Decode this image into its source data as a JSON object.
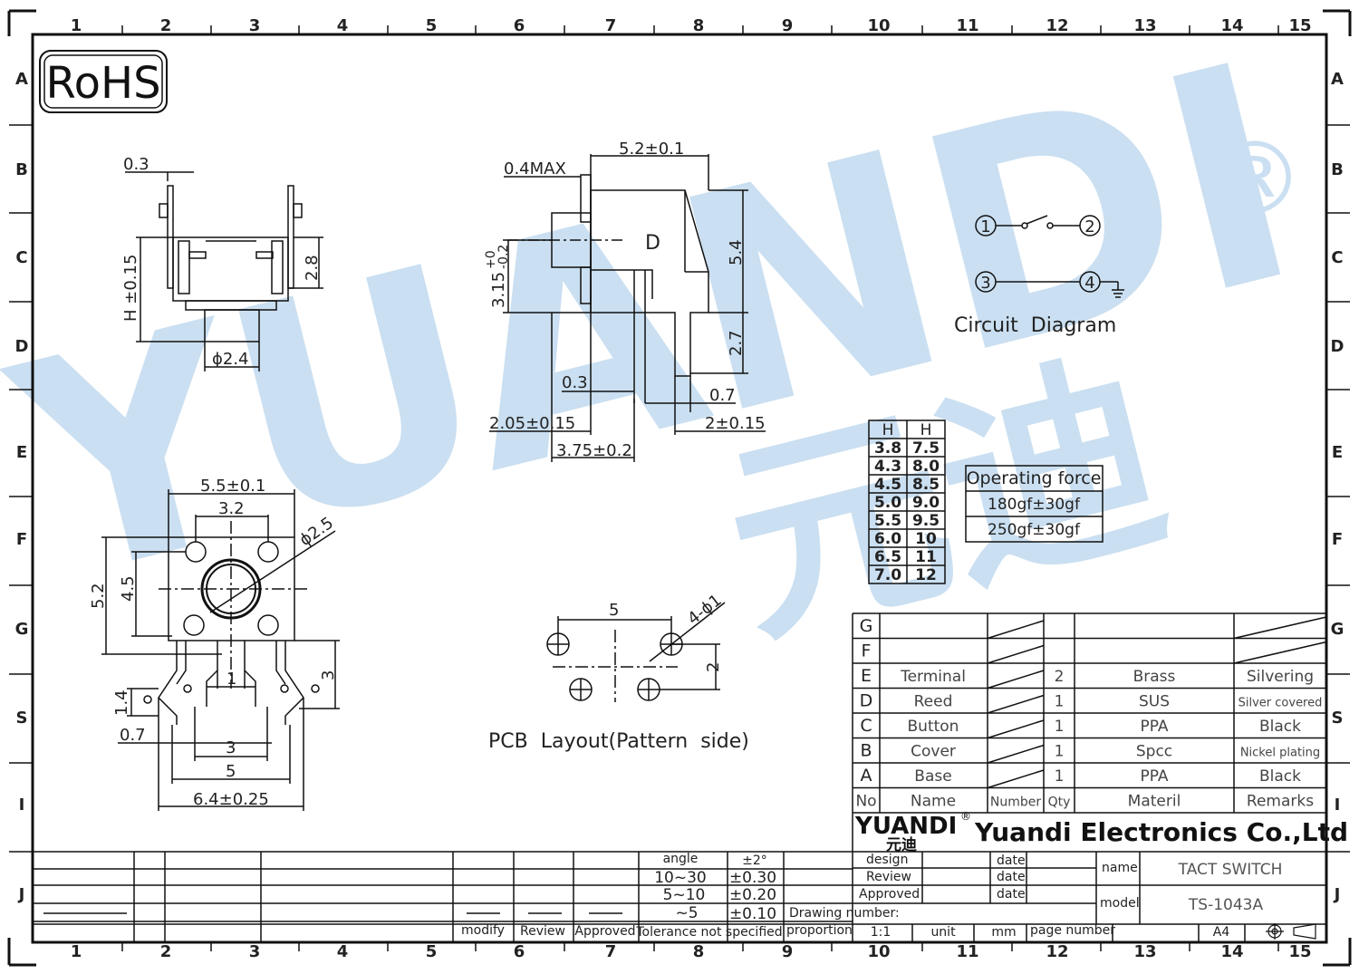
{
  "colors": {
    "line": "#111111",
    "watermark": "#9fc6e6",
    "watermark_green": "#c9e5b5",
    "paper": "#ffffff"
  },
  "border": {
    "columns": [
      "1",
      "2",
      "3",
      "4",
      "5",
      "6",
      "7",
      "8",
      "9",
      "10",
      "11",
      "12",
      "13",
      "14",
      "15"
    ],
    "rows_left": [
      "A",
      "B",
      "C",
      "D",
      "E",
      "F",
      "G",
      "S",
      "I",
      "J"
    ]
  },
  "rohs": {
    "label": "RoHS"
  },
  "watermark": {
    "brand": "YUANDI",
    "cn": "元迪",
    "reg": "®"
  },
  "dims_side": {
    "d1": "0.3",
    "d2": "H ±0.15",
    "d3": "2.8",
    "d4": "ϕ2.4"
  },
  "dims_front": {
    "d1": "5.2±0.1",
    "d2": "0.4MAX",
    "d3": "3.15",
    "d3a": "+0",
    "d3b": "-0.2",
    "d4": "5.4",
    "d5": "2.7",
    "d6": "0.3",
    "d7": "0.7",
    "d8": "2.05±0.15",
    "d9": "2±0.15",
    "d10": "3.75±0.2",
    "mark": "D"
  },
  "dims_top": {
    "d1": "5.5±0.1",
    "d2": "3.2",
    "d3": "ϕ2.5",
    "d4": "5.2",
    "d5": "4.5",
    "d6": "1",
    "d7": "3",
    "d8": "1.4",
    "d9": "0.7",
    "d10": "3",
    "d11": "5",
    "d12": "6.4±0.25"
  },
  "pcb": {
    "d1": "5",
    "d2": "4-ϕ1",
    "d3": "2",
    "caption": "PCB  Layout(Pattern  side)"
  },
  "circuit": {
    "caption": "Circuit  Diagram",
    "p1": "1",
    "p2": "2",
    "p3": "3",
    "p4": "4"
  },
  "h_table": {
    "headers": [
      "H",
      "H"
    ],
    "rows": [
      [
        "3.8",
        "7.5"
      ],
      [
        "4.3",
        "8.0"
      ],
      [
        "4.5",
        "8.5"
      ],
      [
        "5.0",
        "9.0"
      ],
      [
        "5.5",
        "9.5"
      ],
      [
        "6.0",
        "10"
      ],
      [
        "6.5",
        "11"
      ],
      [
        "7.0",
        "12"
      ]
    ]
  },
  "force_table": {
    "header": "Operating force",
    "rows": [
      "180gf±30gf",
      "250gf±30gf"
    ]
  },
  "bom": {
    "rows": [
      {
        "no": "G",
        "name": "",
        "qty": "",
        "mat": "",
        "rem": ""
      },
      {
        "no": "F",
        "name": "",
        "qty": "",
        "mat": "",
        "rem": ""
      },
      {
        "no": "E",
        "name": "Terminal",
        "qty": "2",
        "mat": "Brass",
        "rem": "Silvering"
      },
      {
        "no": "D",
        "name": "Reed",
        "qty": "1",
        "mat": "SUS",
        "rem": "Silver covered"
      },
      {
        "no": "C",
        "name": "Button",
        "qty": "1",
        "mat": "PPA",
        "rem": "Black"
      },
      {
        "no": "B",
        "name": "Cover",
        "qty": "1",
        "mat": "Spcc",
        "rem": "Nickel plating"
      },
      {
        "no": "A",
        "name": "Base",
        "qty": "1",
        "mat": "PPA",
        "rem": "Black"
      }
    ],
    "header": {
      "no": "No",
      "name": "Name",
      "number": "Number",
      "qty": "Qty",
      "mat": "Materil",
      "rem": "Remarks"
    }
  },
  "company": {
    "logo": "YUANDI",
    "logo_cn": "元迪",
    "reg": "®",
    "name": "Yuandi Electronics Co.,Ltd"
  },
  "title_block": {
    "angle": "angle",
    "angle_tol": "±2°",
    "r1": "10~30",
    "r1_tol": "±0.30",
    "r2": "5~10",
    "r2_tol": "±0.20",
    "r3": "~5",
    "r3_tol": "±0.10",
    "modify": "modify",
    "review": "Review",
    "approved": "Approved",
    "tolerance": "Tolerance not specified",
    "design": "design",
    "review2": "Review",
    "approved2": "Approved",
    "date1": "date",
    "date2": "date",
    "date3": "date",
    "drawing_number": "Drawing number:",
    "proportion": "proportion",
    "scale": "1:1",
    "unit": "unit",
    "mm": "mm",
    "page_number": "page number",
    "paper": "A4",
    "name_label": "name",
    "name_value": "TACT SWITCH",
    "model_label": "model",
    "model_value": "TS-1043A"
  }
}
